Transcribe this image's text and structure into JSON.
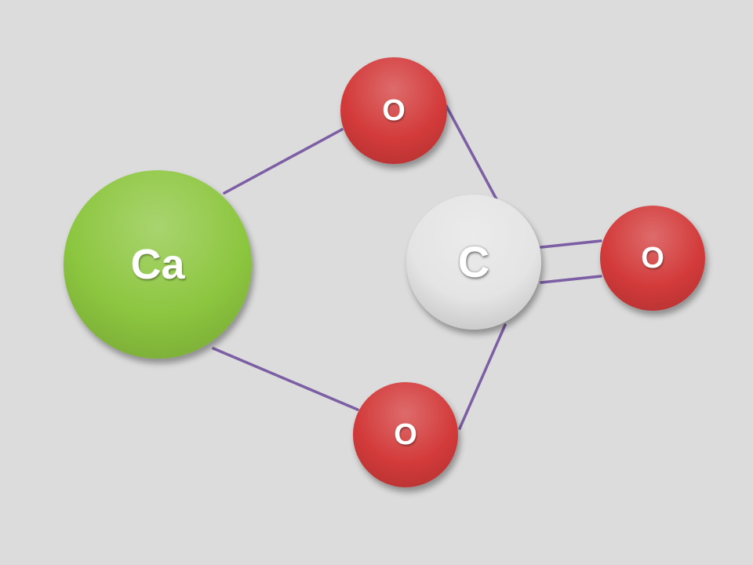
{
  "diagram": {
    "atoms": {
      "calcium": {
        "label": "Ca",
        "color": "#8cc63f"
      },
      "carbon": {
        "label": "C",
        "color": "#e4e4e4"
      },
      "oxygen_top": {
        "label": "O",
        "color": "#d33a3a"
      },
      "oxygen_right": {
        "label": "O",
        "color": "#d33a3a"
      },
      "oxygen_bottom": {
        "label": "O",
        "color": "#d33a3a"
      }
    },
    "bond_color": "#7b5ea3",
    "bonds": [
      {
        "from": "calcium",
        "to": "oxygen_top",
        "order": 1
      },
      {
        "from": "calcium",
        "to": "oxygen_bottom",
        "order": 1
      },
      {
        "from": "oxygen_top",
        "to": "carbon",
        "order": 1
      },
      {
        "from": "oxygen_bottom",
        "to": "carbon",
        "order": 1
      },
      {
        "from": "carbon",
        "to": "oxygen_right",
        "order": 2
      }
    ]
  }
}
